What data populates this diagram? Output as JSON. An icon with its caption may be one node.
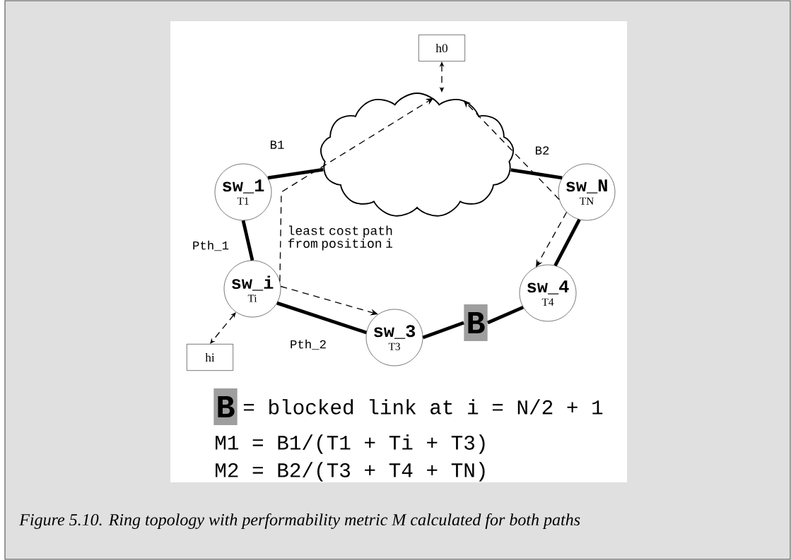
{
  "diagram": {
    "caption": "Figure 5.10. Ring topology with performability metric M calculated for both paths",
    "nodes": [
      {
        "text": [
          "h0"
        ]
      },
      {
        "text": [],
        "shape": "cloud"
      },
      {
        "text": [
          "sw_1",
          "T1"
        ]
      },
      {
        "text": [
          "sw_N",
          "TN"
        ]
      },
      {
        "text": [
          "sw_i",
          "Ti"
        ]
      },
      {
        "text": [
          "sw_4",
          "T4"
        ]
      },
      {
        "text": [
          "sw_3",
          "T3"
        ]
      },
      {
        "text": [
          "hi"
        ]
      },
      {
        "text": [
          "B"
        ]
      },
      {
        "text": [
          "B"
        ]
      }
    ],
    "edges": [
      {
        "from": 0,
        "to": 1,
        "arrow": "both",
        "style": "dashed"
      },
      {
        "from": 2,
        "to": 1,
        "arrow": "none",
        "label": "B1"
      },
      {
        "from": 3,
        "to": 1,
        "arrow": "none",
        "label": "B2"
      },
      {
        "from": 2,
        "to": 4,
        "arrow": "none",
        "label": "Pth_1"
      },
      {
        "from": 4,
        "to": 6,
        "arrow": "none",
        "label": "Pth_2"
      },
      {
        "from": 6,
        "to": 8,
        "arrow": "none"
      },
      {
        "from": 8,
        "to": 5,
        "arrow": "none"
      },
      {
        "from": 5,
        "to": 3,
        "arrow": "none"
      },
      {
        "from": 4,
        "to": 7,
        "arrow": "both",
        "style": "dashed"
      },
      {
        "from": 4,
        "to": 1,
        "arrow": "to",
        "style": "dashed",
        "label": "least cost path from position i"
      },
      {
        "from": 4,
        "to": 6,
        "arrow": "to",
        "style": "dashed"
      },
      {
        "from": 3,
        "to": 1,
        "arrow": "to",
        "style": "dashed"
      },
      {
        "from": 3,
        "to": 5,
        "arrow": "to",
        "style": "dashed"
      }
    ],
    "labels": [
      "= blocked link at i = N/2 + 1",
      "M1 = B1/(T1 + Ti + T3)",
      "M2 = B2/(T3 + T4 + TN)"
    ]
  }
}
